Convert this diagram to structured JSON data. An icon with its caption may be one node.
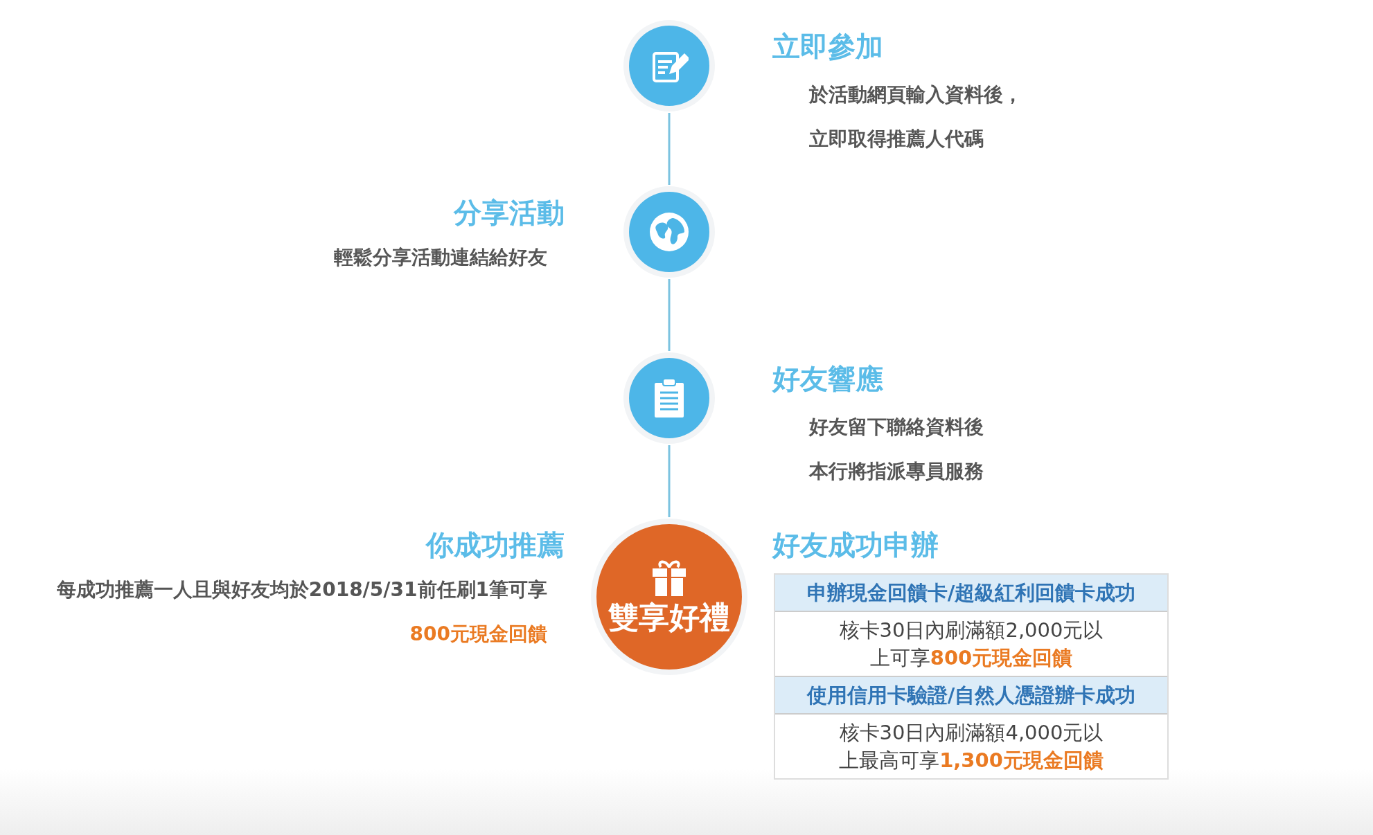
{
  "diagram": {
    "nodes": [
      {
        "text": [],
        "shape": "circle",
        "beside": [
          "立即參加",
          "於活動網頁輸入資料後，立即取得推薦人代碼"
        ]
      },
      {
        "text": [],
        "shape": "circle",
        "beside": [
          "分享活動",
          "輕鬆分享活動連結給好友"
        ]
      },
      {
        "text": [],
        "shape": "circle",
        "beside": [
          "好友響應",
          "好友留下聯絡資料後本行將指派專員服務"
        ]
      },
      {
        "text": [
          "雙享好禮"
        ],
        "beside": [
          "你成功推薦",
          "每成功推薦一人且與好友均於2018/5/31前任刷1筆可享**800元現金回饋**"
        ]
      },
      {
        "text": [
          "好友成功申辦",
          "申辦現金回饋卡/超級紅利回饋卡成功",
          "核卡30日內刷滿額2,000元以上可享**800元現金回饋**",
          "使用信用卡驗證/自然人憑證辦卡成功",
          "核卡30日內刷滿額4,000元以上最高可享**1,300元現金回饋**"
        ]
      }
    ],
    "edges": [
      {
        "from": 0,
        "to": 1,
        "arrow": "none"
      },
      {
        "from": 1,
        "to": 2,
        "arrow": "none"
      },
      {
        "from": 2,
        "to": 3,
        "arrow": "none"
      }
    ]
  }
}
